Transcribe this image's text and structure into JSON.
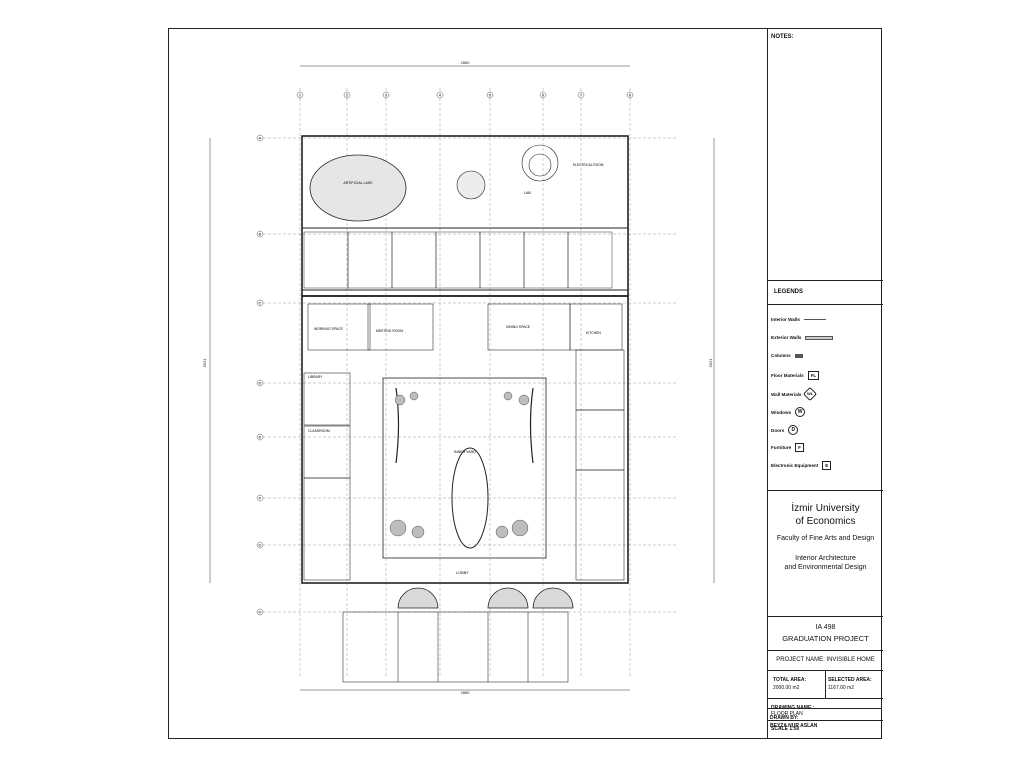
{
  "notes_label": "NOTES:",
  "legends": {
    "title": "LEGENDS",
    "items": [
      {
        "label": "Interior Walls",
        "symbol": "line-thin"
      },
      {
        "label": "Exterior Walls",
        "symbol": "line-thick"
      },
      {
        "label": "Columns",
        "symbol": "solid-bar"
      },
      {
        "label": "Floor Materials",
        "symbol": "box",
        "code": "FL"
      },
      {
        "label": "Wall Materials",
        "symbol": "diamond",
        "code": "WL"
      },
      {
        "label": "Windows",
        "symbol": "circle",
        "code": "W"
      },
      {
        "label": "Doors",
        "symbol": "circle",
        "code": "D"
      },
      {
        "label": "Furniture",
        "symbol": "box",
        "code": "F"
      },
      {
        "label": "Electronic Equipment",
        "symbol": "box",
        "code": "E"
      }
    ]
  },
  "university": {
    "name_line1": "İzmir University",
    "name_line2": "of Economics",
    "faculty": "Faculty of Fine Arts and Design",
    "dept_line1": "Interior Architecture",
    "dept_line2": "and Environmental Design"
  },
  "course": {
    "code": "IA 498",
    "title": "GRADUATION PROJECT"
  },
  "project_name": "PROJECT NAME: INVISIBLE HOME",
  "areas": {
    "total_label": "TOTAL AREA:",
    "total_value": "2000.00 m2",
    "selected_label": "SELECTED AREA:",
    "selected_value": "1167.00 m2"
  },
  "drawing": {
    "name_label": "DRAWING NAME :",
    "name_value": "FLOOR PLAN",
    "scale": "SCALE 1:50",
    "drawn_by_label": "DRAWN BY:",
    "drawn_by_value": "BEYZA NUR ASLAN"
  },
  "plan_labels": {
    "artificial_lake": "ARTIFICIAL LAKE",
    "lab": "LAB",
    "electrical": "ELECTRICAL ROOM",
    "working_space": "WORKING SPACE",
    "meeting_room": "MEETING ROOM",
    "dining_space": "DINING SPACE",
    "kitchen": "KITCHEN",
    "library": "LIBRARY",
    "classroom": "CLASSROOM",
    "inner_yard": "INNER YARD",
    "lobby": "LOBBY",
    "dim_top": "2880",
    "dim_bottom": "2880",
    "dim_left": "3921",
    "dim_right": "3921"
  },
  "grid": {
    "columns": [
      "1",
      "2",
      "3",
      "4",
      "5",
      "6",
      "7",
      "8"
    ],
    "rows": [
      "A",
      "B",
      "C",
      "D",
      "E",
      "F",
      "G",
      "H"
    ]
  }
}
